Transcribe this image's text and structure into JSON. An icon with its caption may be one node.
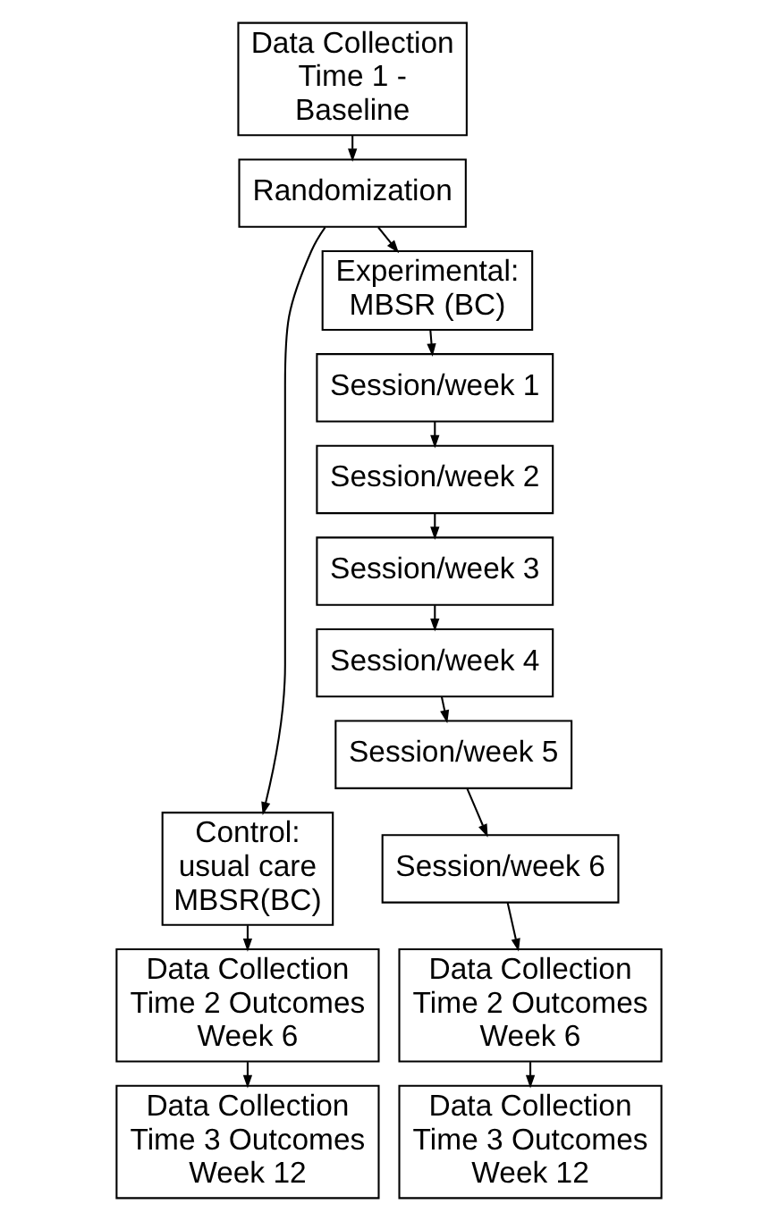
{
  "diagram": {
    "nodes": [
      {
        "text": [
          "Data Collection Time 1 - Baseline"
        ]
      },
      {
        "text": [
          "Randomization"
        ]
      },
      {
        "text": [
          "Control: usual care MBSR(BC)"
        ]
      },
      {
        "text": [
          "Experimental: MBSR (BC)"
        ]
      },
      {
        "text": [
          "Session/week 1"
        ]
      },
      {
        "text": [
          "Session/week 2"
        ]
      },
      {
        "text": [
          "Session/week 3"
        ]
      },
      {
        "text": [
          "Session/week 4"
        ]
      },
      {
        "text": [
          "Session/week 5"
        ]
      },
      {
        "text": [
          "Session/week 6"
        ]
      },
      {
        "text": [
          "Data Collection Time 2 Outcomes Week 6"
        ]
      },
      {
        "text": [
          "Data Collection Time 2 Outcomes Week 6"
        ]
      },
      {
        "text": [
          "Data Collection Time 3 Outcomes Week 12"
        ]
      },
      {
        "text": [
          "Data Collection Time 3 Outcomes Week 12"
        ]
      }
    ],
    "edges": [
      {
        "from": 0,
        "to": 1,
        "arrow": "to"
      },
      {
        "from": 1,
        "to": 2,
        "arrow": "to"
      },
      {
        "from": 1,
        "to": 3,
        "arrow": "to"
      },
      {
        "from": 3,
        "to": 4,
        "arrow": "to"
      },
      {
        "from": 4,
        "to": 5,
        "arrow": "to"
      },
      {
        "from": 5,
        "to": 6,
        "arrow": "to"
      },
      {
        "from": 6,
        "to": 7,
        "arrow": "to"
      },
      {
        "from": 7,
        "to": 8,
        "arrow": "to"
      },
      {
        "from": 8,
        "to": 9,
        "arrow": "to"
      },
      {
        "from": 2,
        "to": 10,
        "arrow": "to"
      },
      {
        "from": 9,
        "to": 11,
        "arrow": "to"
      },
      {
        "from": 10,
        "to": 12,
        "arrow": "to"
      },
      {
        "from": 11,
        "to": 13,
        "arrow": "to"
      }
    ]
  }
}
